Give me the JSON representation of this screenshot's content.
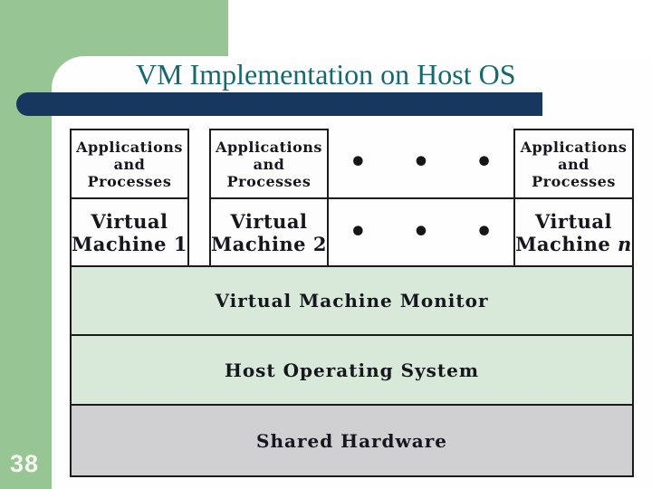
{
  "page": {
    "number": "38"
  },
  "header": {
    "title": "VM Implementation on Host OS"
  },
  "colors": {
    "sidebar_green": "#97c694",
    "accent_navy": "#17375e",
    "title_teal": "#17696f",
    "layer_green": "#d9e9d9",
    "hardware_gray": "#d0d0d2",
    "diagram_border": "#1b1b1b",
    "page_number_text": "#f4f6ee"
  },
  "diagram": {
    "ellipsis": "• • •",
    "columns": [
      {
        "apps": [
          "Applications",
          "and",
          "Processes"
        ],
        "vm": [
          "Virtual",
          "Machine 1"
        ]
      },
      {
        "apps": [
          "Applications",
          "and",
          "Processes"
        ],
        "vm": [
          "Virtual",
          "Machine 2"
        ]
      },
      {
        "apps": [
          "Applications",
          "and",
          "Processes"
        ],
        "vm_line1": "Virtual",
        "vm_line2_prefix": "Machine ",
        "vm_line2_var": "n"
      }
    ],
    "layers": {
      "vmm": "Virtual Machine Monitor",
      "host_os": "Host Operating System",
      "hardware": "Shared Hardware"
    }
  }
}
